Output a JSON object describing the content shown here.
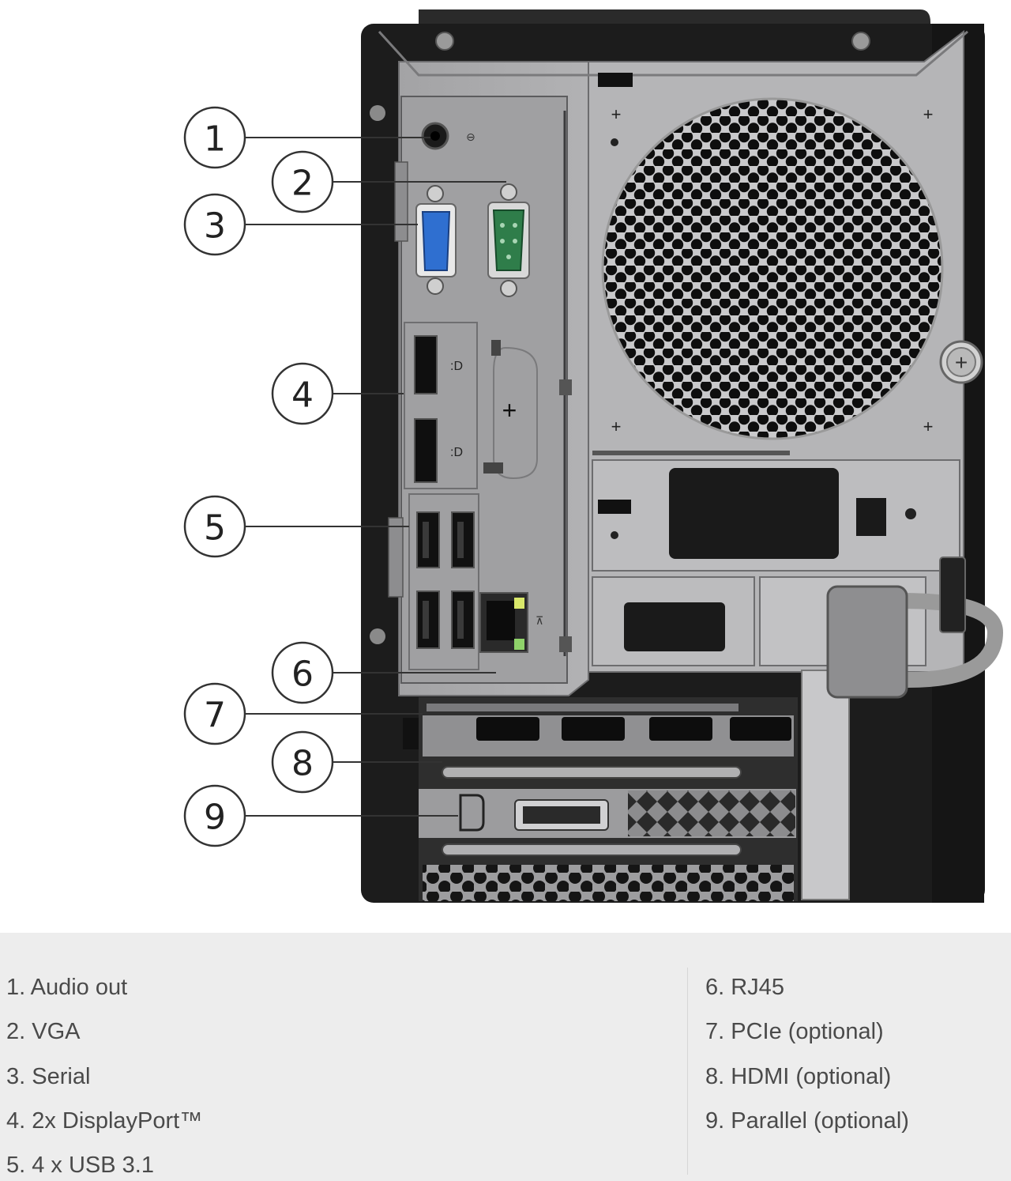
{
  "callouts": [
    {
      "num": "1"
    },
    {
      "num": "2"
    },
    {
      "num": "3"
    },
    {
      "num": "4"
    },
    {
      "num": "5"
    },
    {
      "num": "6"
    },
    {
      "num": "7"
    },
    {
      "num": "8"
    },
    {
      "num": "9"
    }
  ],
  "legend": {
    "left": [
      "1. Audio out",
      "2. VGA",
      "3. Serial",
      "4. 2x DisplayPort™",
      "5. 4 x USB 3.1"
    ],
    "right": [
      "6. RJ45",
      "7. PCIe (optional)",
      "8. HDMI (optional)",
      "9. Parallel (optional)"
    ]
  },
  "colors": {
    "chassis": "#1c1c1c",
    "panel": "#a7a7a9",
    "io_plate": "#9c9c9e",
    "vga_port": "#2f6fd0",
    "serial_port": "#2f7d4a",
    "legend_bg": "#ededed",
    "legend_text": "#4a4a4a"
  }
}
